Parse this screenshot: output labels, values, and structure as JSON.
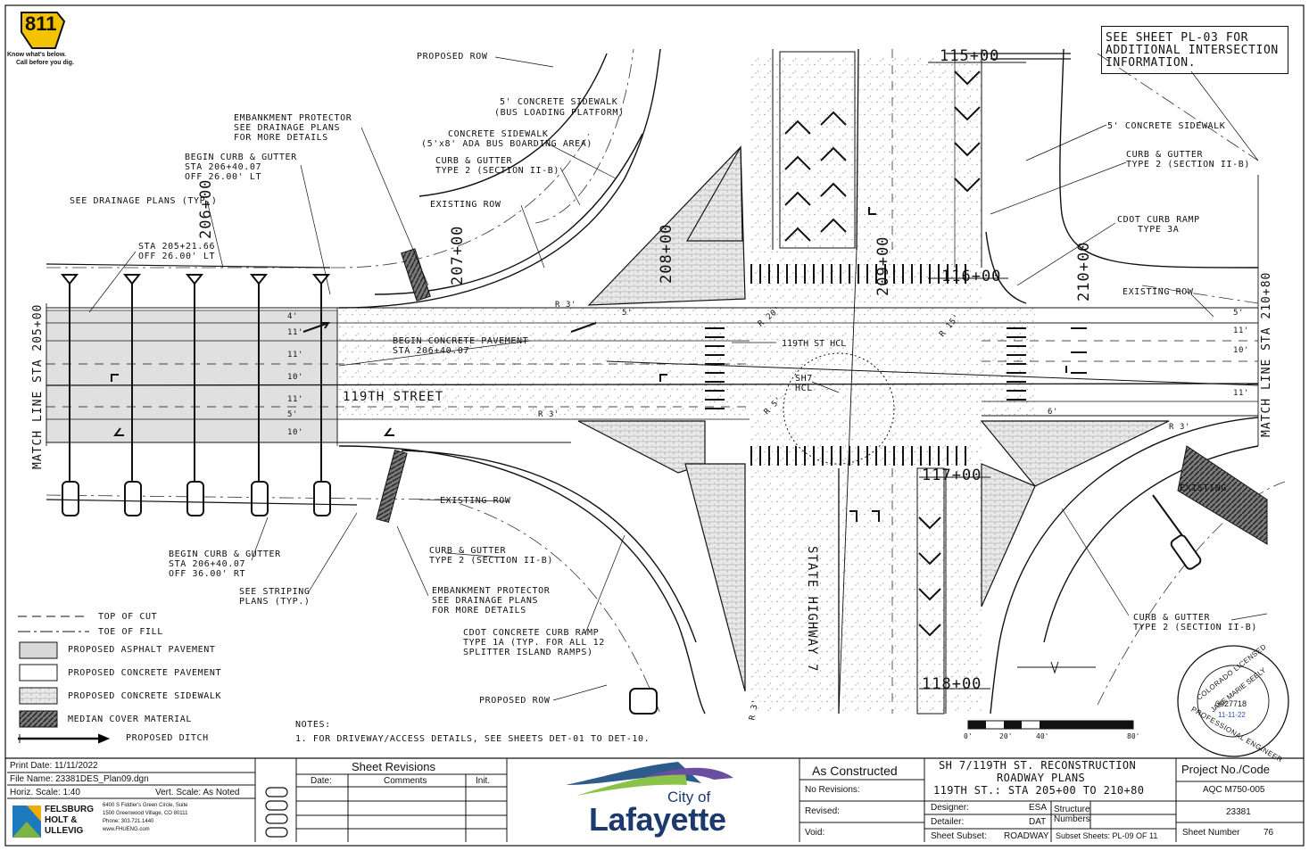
{
  "callouts": {
    "see_sheet": [
      "SEE SHEET PL-03 FOR",
      "ADDITIONAL INTERSECTION",
      "INFORMATION."
    ],
    "proposed_row_top": "PROPOSED ROW",
    "sidewalk_bus": [
      "5' CONCRETE SIDEWALK",
      "(BUS LOADING PLATFORM)"
    ],
    "sidewalk_ada": [
      "CONCRETE SIDEWALK",
      "(5'x8' ADA BUS BOARDING AREA)"
    ],
    "embankment_top": [
      "EMBANKMENT PROTECTOR",
      "SEE DRAINAGE PLANS",
      "FOR MORE DETAILS"
    ],
    "begin_curb_top": [
      "BEGIN CURB & GUTTER",
      "STA 206+40.07",
      "OFF 26.00' LT"
    ],
    "curb_gutter_top": [
      "CURB & GUTTER",
      "TYPE 2 (SECTION II-B)"
    ],
    "see_drainage": "SEE DRAINAGE PLANS (TYP.)",
    "existing_row_top": "EXISTING ROW",
    "sta_21": [
      "STA 205+21.66",
      "OFF 26.00' LT"
    ],
    "sidewalk_right": "5' CONCRETE SIDEWALK",
    "curb_gutter_right": [
      "CURB & GUTTER",
      "TYPE 2 (SECTION II-B)"
    ],
    "cdot_3a": [
      "CDOT CURB RAMP",
      "TYPE 3A"
    ],
    "existing_row_right": "EXISTING ROW",
    "begin_conc_pav": [
      "BEGIN CONCRETE PAVEMENT",
      "STA 206+40.07"
    ],
    "hcl_119": "119TH ST HCL",
    "sh7_hcl": [
      "SH7",
      "HCL"
    ],
    "street_name": "119TH STREET",
    "existing_row_bottom": "EXISTING ROW",
    "begin_curb_bottom": [
      "BEGIN CURB & GUTTER",
      "STA 206+40.07",
      "OFF 36.00' RT"
    ],
    "curb_gutter_bottom": [
      "CURB & GUTTER",
      "TYPE 2 (SECTION II-B)"
    ],
    "see_striping": [
      "SEE STRIPING",
      "PLANS (TYP.)"
    ],
    "embankment_bottom": [
      "EMBANKMENT PROTECTOR",
      "SEE DRAINAGE PLANS",
      "FOR MORE DETAILS"
    ],
    "cdot_1a": [
      "CDOT CONCRETE CURB RAMP",
      "TYPE 1A (TYP. FOR ALL 12",
      "SPLITTER ISLAND RAMPS)"
    ],
    "proposed_row_bottom": "PROPOSED ROW",
    "state_highway": "STATE HIGHWAY 7",
    "existing_row_br": "EXISTING",
    "curb_gutter_br": [
      "CURB & GUTTER",
      "TYPE 2 (SECTION II-B)"
    ]
  },
  "stations": {
    "s206": "206+00",
    "s207": "207+00",
    "s208": "208+00",
    "s209": "209+00",
    "s210": "210+00",
    "s115": "115+00",
    "s116": "116+00",
    "s117": "117+00",
    "s118": "118+00"
  },
  "match_lines": {
    "left": "MATCH LINE STA 205+00",
    "right": "MATCH LINE STA 210+80"
  },
  "lane_widths_left": [
    "4'",
    "11'",
    "11'",
    "10'",
    "11'",
    "5'",
    "10'"
  ],
  "lane_widths_right": [
    "5'",
    "11'",
    "10'",
    "11'"
  ],
  "dims_small": {
    "left_5": "5'",
    "right_6": "6'"
  },
  "radii": {
    "r3a": "R 3'",
    "r20": "R 20'",
    "r5": "R 5'",
    "r3b": "R 3'",
    "r3c": "R 3'",
    "r15": "R 15'",
    "r3d": "R 3'"
  },
  "legend": {
    "top_of_cut": "TOP OF CUT",
    "toe_of_fill": "TOE OF FILL",
    "asphalt": "PROPOSED ASPHALT PAVEMENT",
    "concrete": "PROPOSED CONCRETE PAVEMENT",
    "sidewalk": "PROPOSED CONCRETE SIDEWALK",
    "median": "MEDIAN COVER MATERIAL",
    "ditch": "PROPOSED DITCH"
  },
  "notes": {
    "heading": "NOTES:",
    "item1": "1. FOR DRIVEWAY/ACCESS DETAILS, SEE SHEETS DET-01 TO DET-10."
  },
  "scale_bar": [
    "0'",
    "20'",
    "40'",
    "80'"
  ],
  "logo811": {
    "number": "811",
    "line1": "Know what's below.",
    "line2": "Call before you dig."
  },
  "seal": {
    "arc_top": "COLORADO LICENSED",
    "name": "JANE MARIE SEELY",
    "number": "0027718",
    "date": "11-11-22",
    "arc_bottom": "PROFESSIONAL ENGINEER"
  },
  "title_block": {
    "print_date": "Print Date: 11/11/2022",
    "file_name": "File Name: 23381DES_Plan09.dgn",
    "horiz_scale": "Horiz. Scale: 1:40",
    "vert_scale": "Vert. Scale: As Noted",
    "firm_line1": "FELSBURG",
    "firm_line2": "HOLT &",
    "firm_line3": "ULLEVIG",
    "firm_address": [
      "6400 S Fiddler's Green Circle, Suite",
      "1500 Greenwood Village, CO 80111",
      "Phone: 303.721.1440",
      "www.FHUENG.com"
    ],
    "revisions_title": "Sheet Revisions",
    "rev_date": "Date:",
    "rev_comments": "Comments",
    "rev_init": "Init.",
    "city_of": "City of",
    "city_name": "Lafayette",
    "as_constructed": "As Constructed",
    "no_revisions": "No Revisions:",
    "revised": "Revised:",
    "void": "Void:",
    "project_title1": "SH 7/119TH ST. RECONSTRUCTION",
    "project_title2": "ROADWAY PLANS",
    "project_title3": "119TH ST.: STA 205+00 TO 210+80",
    "designer_label": "Designer:",
    "designer": "ESA",
    "detailer_label": "Detailer:",
    "detailer": "DAT",
    "structure_label1": "Structure",
    "structure_label2": "Numbers",
    "subset_label": "Sheet Subset:",
    "subset": "ROADWAY",
    "subset_sheets": "Subset Sheets:  PL-09 OF 11",
    "project_no_label": "Project No./Code",
    "project_no": "AQC M750-005",
    "project_code": "23381",
    "sheet_number_label": "Sheet Number",
    "sheet_number": "76"
  }
}
